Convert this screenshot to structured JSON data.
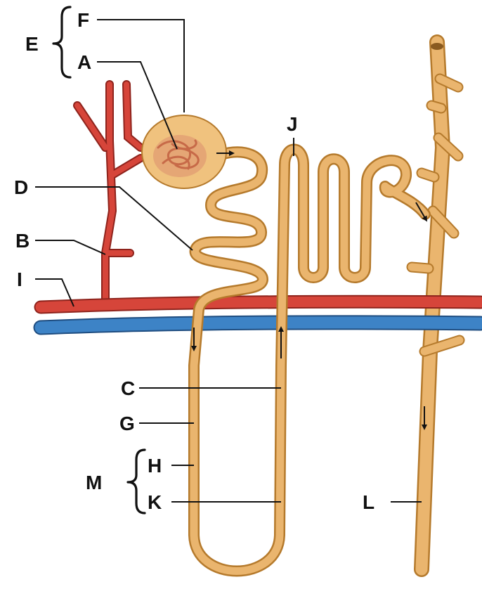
{
  "labels": {
    "A": "A",
    "B": "B",
    "C": "C",
    "D": "D",
    "E": "E",
    "F": "F",
    "G": "G",
    "H": "H",
    "I": "I",
    "J": "J",
    "K": "K",
    "L": "L",
    "M": "M"
  },
  "colors": {
    "tubule": "#eab56e",
    "tubule_edge": "#b57a2c",
    "artery": "#d6453a",
    "artery_edge": "#8e231c",
    "vein": "#3d83c6",
    "vein_edge": "#1f4d80",
    "capsule": "#f0c27e",
    "glomerulus": "#c76a48",
    "leader": "#111111"
  },
  "icons": [
    "flow-arrow-icon"
  ]
}
